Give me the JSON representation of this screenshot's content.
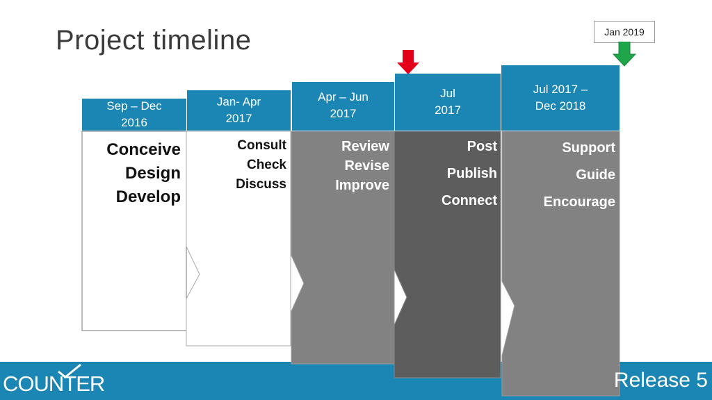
{
  "title": "Project timeline",
  "milestone": {
    "label": "Jan 2019"
  },
  "footer": {
    "logo_text": "COUNTER",
    "release_label": "Release 5"
  },
  "colors": {
    "header_blue": "#1b86b4",
    "footer_blue": "#1b86b4",
    "red_arrow": "#e3001b",
    "green_arrow": "#1fa64a"
  },
  "phases": [
    {
      "date_line1": "Sep – Dec",
      "date_line2": "2016",
      "items": [
        "Conceive",
        "Design",
        "Develop"
      ]
    },
    {
      "date_line1": "Jan- Apr",
      "date_line2": "2017",
      "items": [
        "Consult",
        "Check",
        "Discuss"
      ]
    },
    {
      "date_line1": "Apr – Jun",
      "date_line2": "2017",
      "items": [
        "Review",
        "Revise",
        "Improve"
      ]
    },
    {
      "date_line1": "Jul",
      "date_line2": "2017",
      "items": [
        "Post",
        "Publish",
        "Connect"
      ]
    },
    {
      "date_line1": "Jul 2017 –",
      "date_line2": "Dec 2018",
      "items": [
        "Support",
        "Guide",
        "Encourage"
      ]
    }
  ]
}
